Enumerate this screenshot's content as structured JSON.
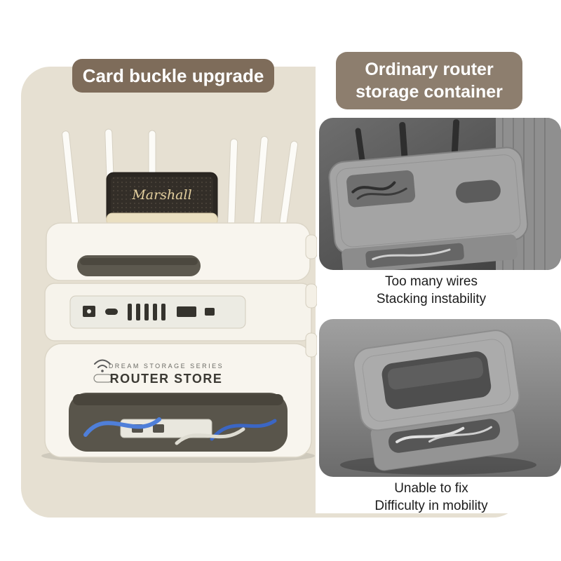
{
  "page": {
    "background": "#ffffff"
  },
  "panels": {
    "left_panel_color": "#e6e0d2",
    "upgrade_badge": {
      "label": "Card buckle upgrade",
      "bg": "#7e6c5a",
      "text_color": "#ffffff"
    },
    "ordinary_badge": {
      "line1": "Ordinary router",
      "line2": "storage container",
      "bg": "#8d7e6e",
      "text_color": "#ffffff"
    }
  },
  "product": {
    "speaker_brand": "Marshall",
    "series_label": "DREAM STORAGE SERIES",
    "name_label": "ROUTER STORE"
  },
  "comparison": {
    "photo1_caption": {
      "line1": "Too many wires",
      "line2": "Stacking instability"
    },
    "photo2_caption": {
      "line1": "Unable to fix",
      "line2": "Difficulty in mobility"
    }
  }
}
